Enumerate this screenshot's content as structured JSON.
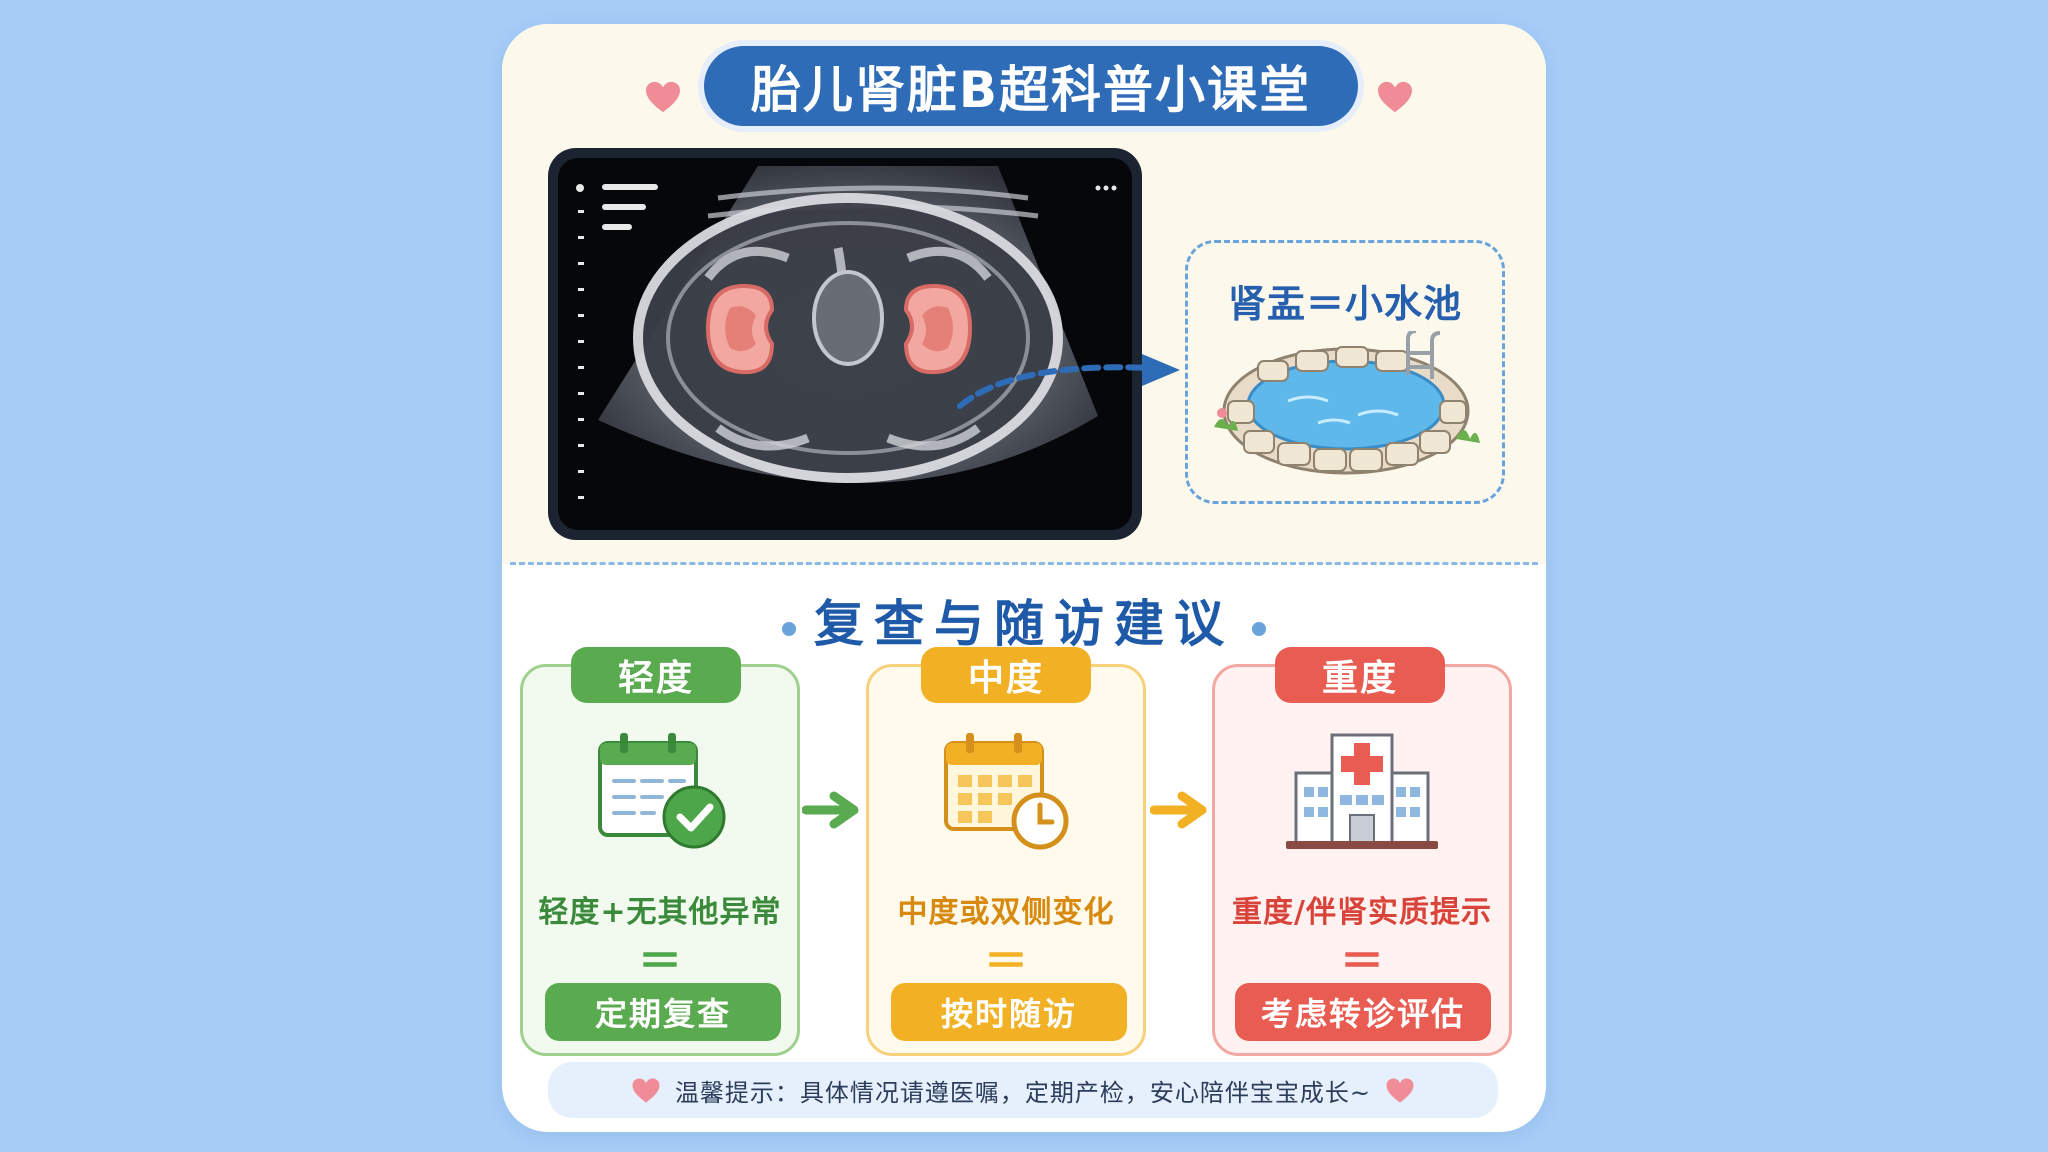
{
  "title": "胎儿肾脏B超科普小课堂",
  "analogy_label": "肾盂＝小水池",
  "section_title": "复查与随访建议",
  "levels": [
    {
      "tag": "轻度",
      "condition": "轻度+无其他异常",
      "equals": "＝",
      "action": "定期复查",
      "icon": "calendar-check-icon",
      "color": "#5aab4f"
    },
    {
      "tag": "中度",
      "condition": "中度或双侧变化",
      "equals": "＝",
      "action": "按时随访",
      "icon": "calendar-clock-icon",
      "color": "#f2b125"
    },
    {
      "tag": "重度",
      "condition": "重度/伴肾实质提示",
      "equals": "＝",
      "action": "考虑转诊评估",
      "icon": "hospital-icon",
      "color": "#e85c52"
    }
  ],
  "tip": "温馨提示：具体情况请遵医嘱，定期产检，安心陪伴宝宝成长~",
  "colors": {
    "background": "#a6cdf6",
    "title_pill": "#2f6cb8",
    "accent_blue": "#255fae",
    "heart": "#f08c98"
  }
}
